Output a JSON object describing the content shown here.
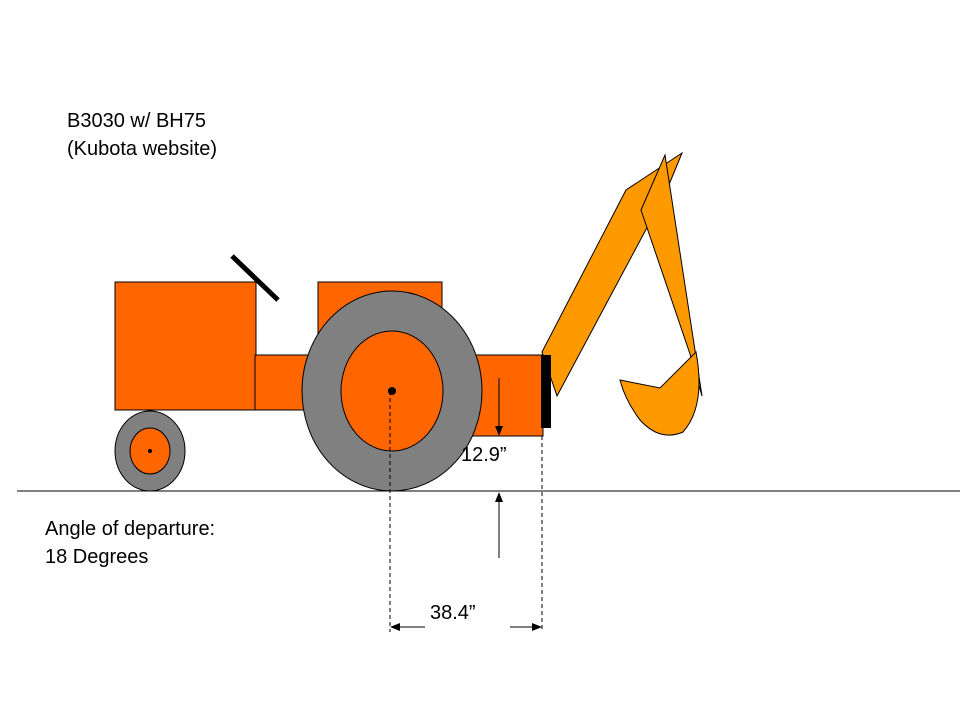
{
  "title": {
    "line1": "B3030 w/ BH75",
    "line2": "(Kubota website)"
  },
  "angle": {
    "line1": "Angle of departure:",
    "line2": "18 Degrees"
  },
  "dimensions": {
    "height": "12.9”",
    "distance": "38.4”"
  },
  "colors": {
    "body": "#ff6600",
    "boom": "#ff9900",
    "tire": "#808080",
    "line": "#000000",
    "background": "#ffffff"
  }
}
